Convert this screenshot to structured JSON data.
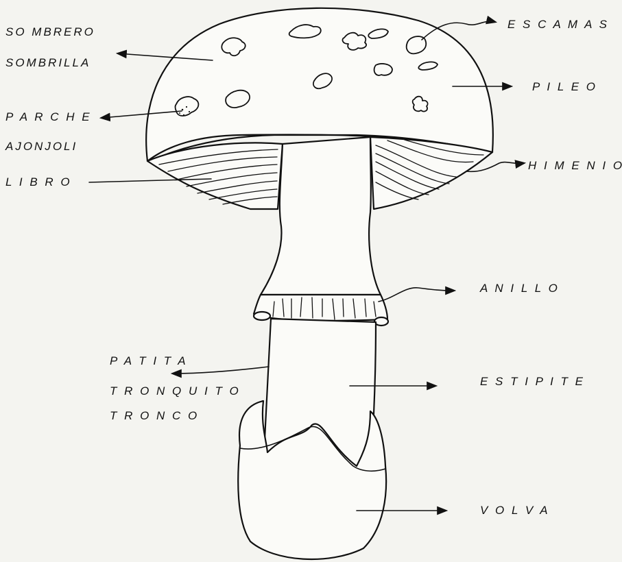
{
  "diagram": {
    "labels": {
      "sombrero": "SO MBRERO",
      "sombrilla": "SOMBRILLA",
      "escamas": "E S C A M A S",
      "pileo": "P I L E O",
      "parche": "P A R C H E",
      "ajonjoli": "AJONJOLI",
      "libro": "L I B R O",
      "himenio": "H I M E N I O",
      "anillo": "A N I L L O",
      "patita": "P A T I T A",
      "tronquito": "T R O N Q U I T O",
      "tronco": "T R O N C O",
      "estipite": "E S T I P I T E",
      "volva": "V O L V A"
    }
  }
}
